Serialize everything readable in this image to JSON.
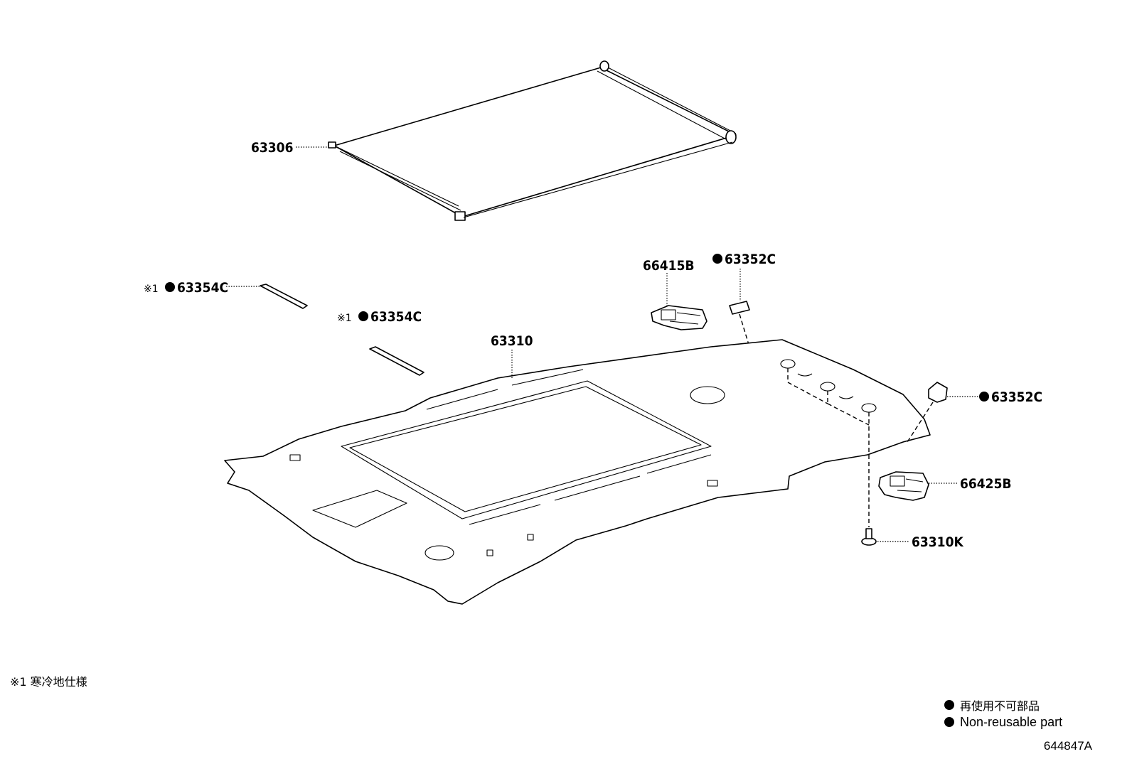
{
  "parts": [
    {
      "id": "sunshade",
      "label": "63306"
    },
    {
      "id": "headlining",
      "label": "63310"
    },
    {
      "id": "screw",
      "label": "63310K"
    },
    {
      "id": "pad-upper",
      "label": "63354C",
      "ref_mark": "※1"
    },
    {
      "id": "pad-lower",
      "label": "63354C",
      "ref_mark": "※1"
    },
    {
      "id": "tape-upper",
      "label": "63352C"
    },
    {
      "id": "tape-right",
      "label": "63352C"
    },
    {
      "id": "grip-upper",
      "label": "66415B"
    },
    {
      "id": "grip-lower",
      "label": "66425B"
    }
  ],
  "footnote": "※1 寒冷地仕様",
  "legend": {
    "japanese": "再使用不可部品",
    "english": "Non-reusable part"
  },
  "illustration_id": "644847A"
}
